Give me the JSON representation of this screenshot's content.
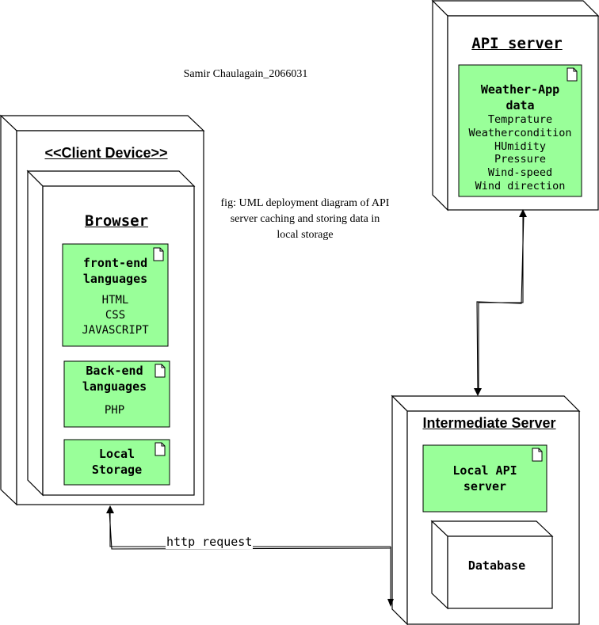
{
  "author": "Samir Chaulagain_2066031",
  "caption": [
    "fig: UML deployment diagram of API",
    "server caching and storing data in",
    "local storage"
  ],
  "client": {
    "title": "<<Client Device>>",
    "browser": {
      "title": "Browser",
      "frontend": {
        "title": [
          "front-end",
          "languages"
        ],
        "items": [
          "HTML",
          "CSS",
          "JAVASCRIPT"
        ]
      },
      "backend": {
        "title": [
          "Back-end",
          "languages"
        ],
        "items": [
          "PHP"
        ]
      },
      "storage": {
        "title": [
          "Local",
          "Storage"
        ]
      }
    }
  },
  "api": {
    "title": "API server",
    "weather": {
      "title": [
        "Weather-App",
        "data"
      ],
      "items": [
        "Temprature",
        "Weathercondition",
        "HUmidity",
        "Pressure",
        "Wind-speed",
        "Wind direction"
      ]
    }
  },
  "intermediate": {
    "title": "Intermediate Server",
    "local_api": {
      "title": [
        "Local API",
        "server"
      ]
    },
    "database": {
      "title": "Database"
    }
  },
  "http_label": "http request",
  "colors": {
    "artifact_fill": "#99ff99",
    "stroke": "#000000",
    "background": "#ffffff"
  },
  "icons": {
    "artifact": "document-icon",
    "arrowhead": "arrowhead-icon"
  }
}
